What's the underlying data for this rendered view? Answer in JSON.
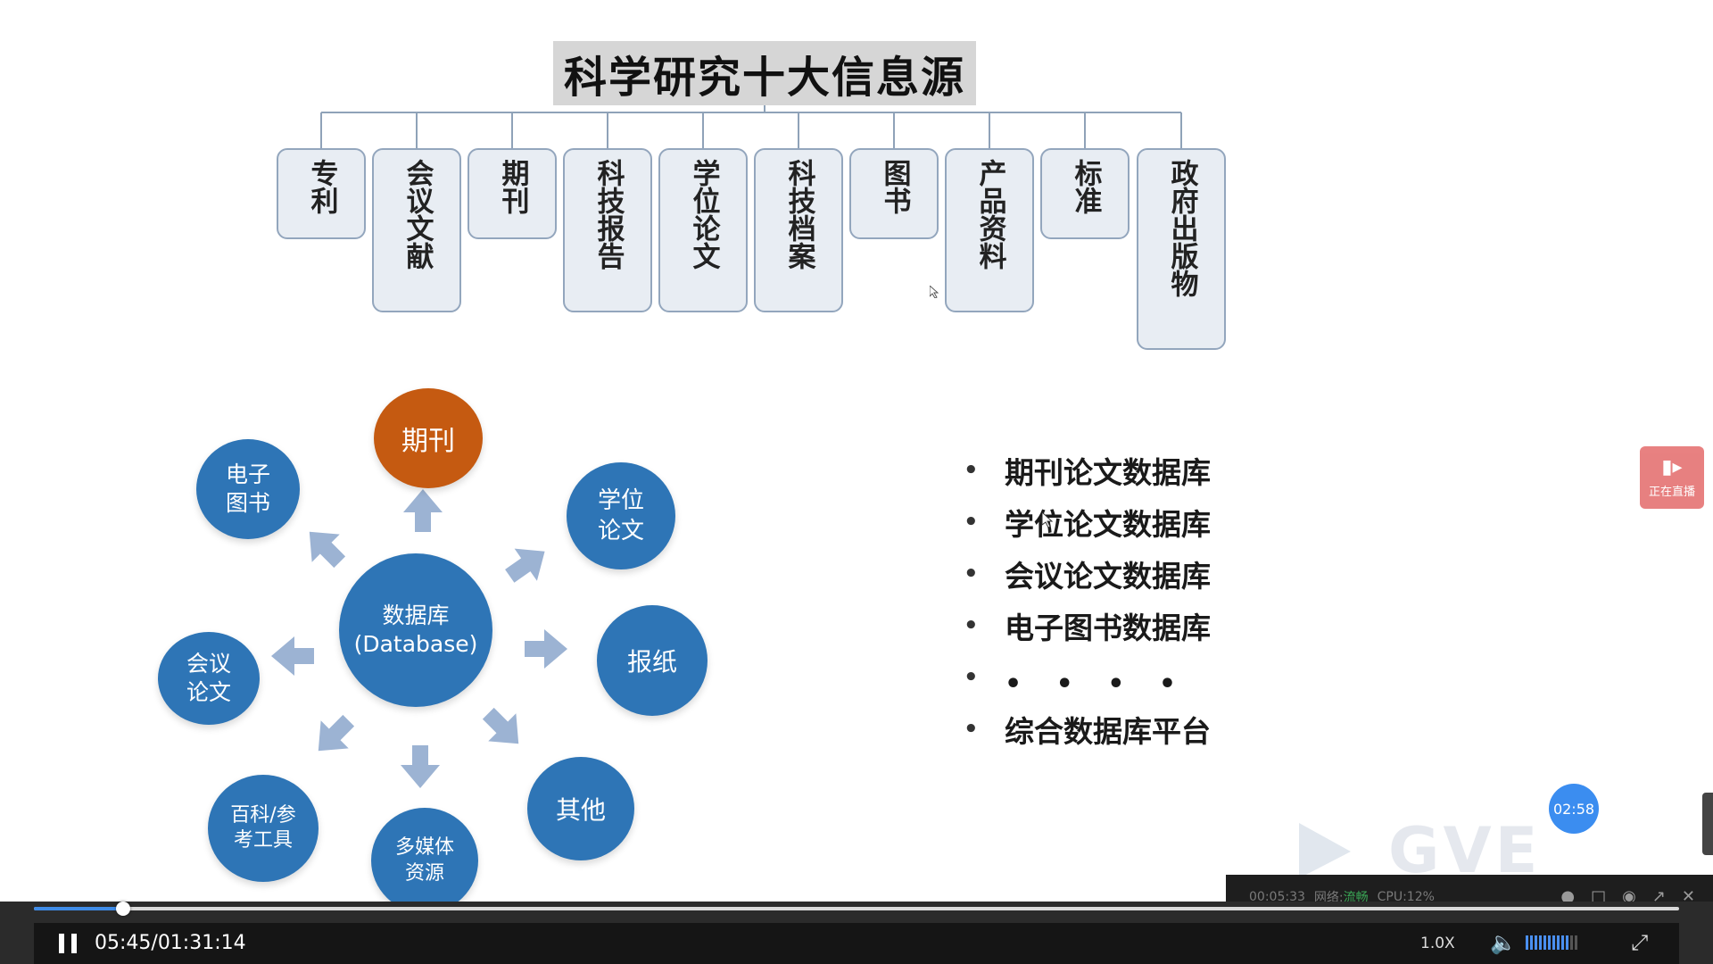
{
  "slide": {
    "title": "科学研究十大信息源",
    "sources": [
      "专利",
      "会议文献",
      "期刊",
      "科技报告",
      "学位论文",
      "科技档案",
      "图书",
      "产品资料",
      "标准",
      "政府出版物"
    ],
    "hub": {
      "line1": "数据库",
      "line2": "(Database)"
    },
    "nodes": {
      "top": "期刊",
      "top_right_1": "学位",
      "top_right_2": "论文",
      "right": "报纸",
      "bottom_right": "其他",
      "bottom_1": "多媒体",
      "bottom_2": "资源",
      "bottom_left_1": "百科/参",
      "bottom_left_2": "考工具",
      "left_1": "会议",
      "left_2": "论文",
      "top_left_1": "电子",
      "top_left_2": "图书"
    },
    "bullets": [
      "期刊论文数据库",
      "学位论文数据库",
      "会议论文数据库",
      "电子图书数据库",
      "• • • •",
      "综合数据库平台"
    ],
    "bullet_marker": "•"
  },
  "overlay": {
    "live_label": "正在直播",
    "timer": "02:58",
    "watermark": "GVE",
    "mini_time": "00:05:33",
    "network_label": "网络:",
    "network_status": "流畅",
    "cpu": "CPU:12%"
  },
  "player": {
    "progress": 0.054,
    "time": "05:45/01:31:14",
    "speed": "1.0X",
    "volume_level": 0.85
  },
  "colors": {
    "accent_orange": "#c55a11",
    "node_blue": "#2e75b6",
    "arrow_blue": "#9cb3d3",
    "progress_blue": "#3f8ce8"
  }
}
